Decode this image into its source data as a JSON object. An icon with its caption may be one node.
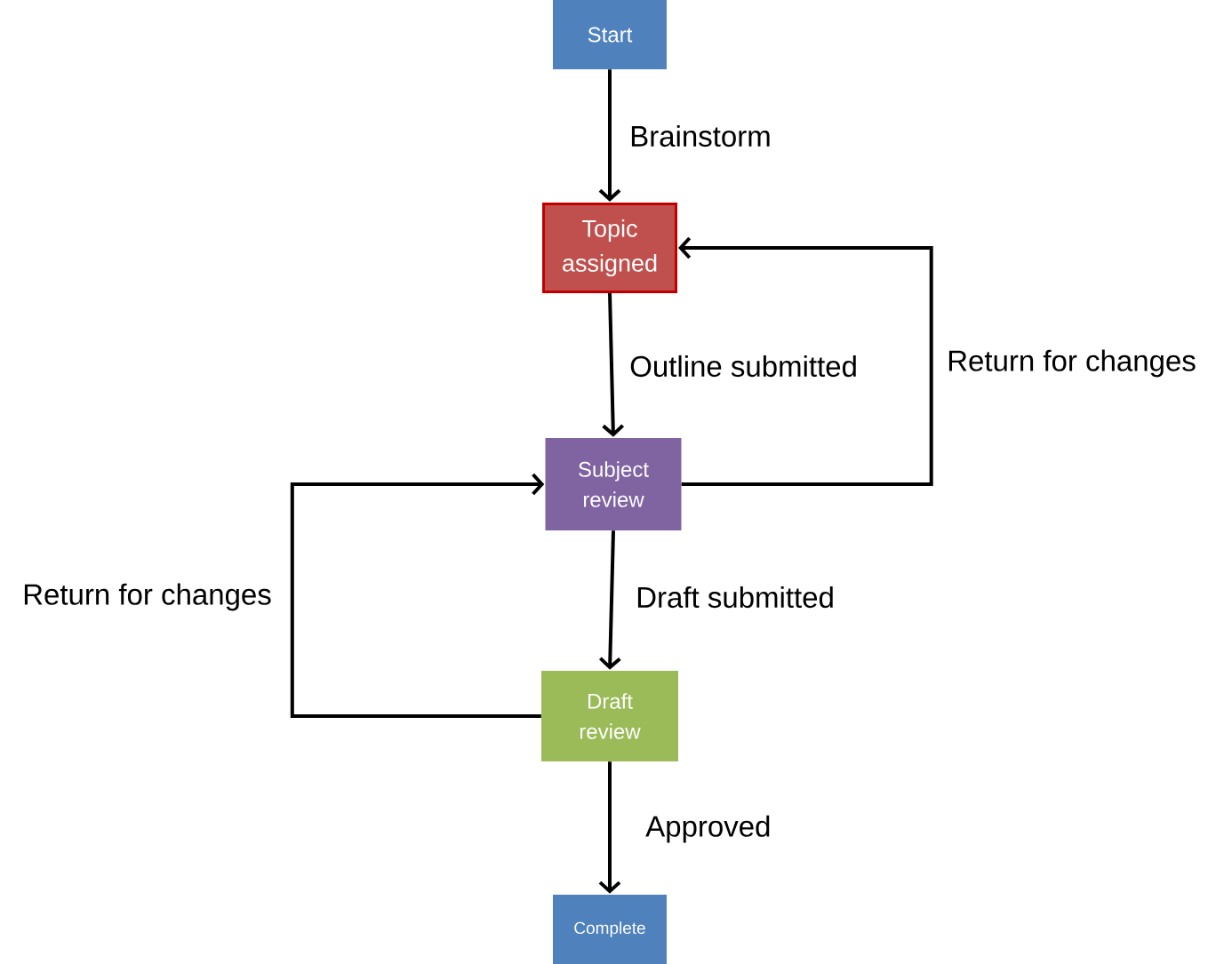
{
  "diagram": {
    "nodes": [
      {
        "text": [
          "Start"
        ]
      },
      {
        "text": [
          "Topic assigned"
        ]
      },
      {
        "text": [
          "Subject review"
        ]
      },
      {
        "text": [
          "Draft review"
        ]
      },
      {
        "text": [
          "Complete"
        ]
      }
    ],
    "edges": [
      {
        "from": 0,
        "to": 1,
        "arrow": "to",
        "label": "Brainstorm"
      },
      {
        "from": 1,
        "to": 2,
        "arrow": "to",
        "label": "Outline submitted"
      },
      {
        "from": 2,
        "to": 1,
        "arrow": "to",
        "label": "Return for changes"
      },
      {
        "from": 2,
        "to": 3,
        "arrow": "to",
        "label": "Draft submitted"
      },
      {
        "from": 3,
        "to": 2,
        "arrow": "to",
        "label": "Return for changes"
      },
      {
        "from": 3,
        "to": 4,
        "arrow": "to",
        "label": "Approved"
      }
    ]
  }
}
